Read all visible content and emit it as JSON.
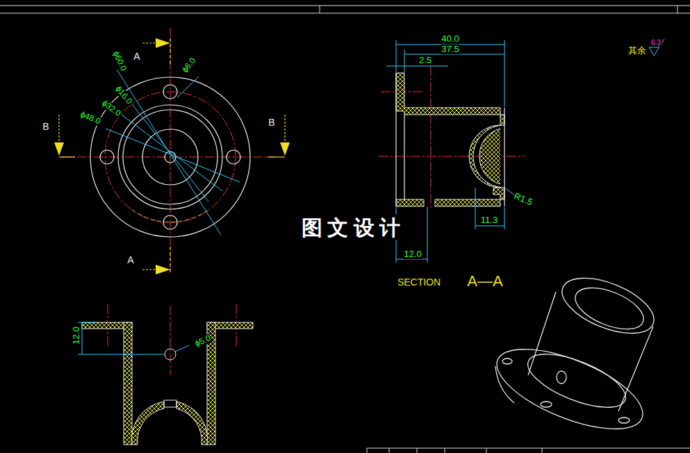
{
  "diagram": {
    "labels": [
      "A",
      "A",
      "B",
      "B",
      "ϕ60.0",
      "ϕ6.0",
      "ϕ16.0",
      "ϕ32.0",
      "ϕ48.0",
      "40.0",
      "37.5",
      "2.5",
      "R1.5",
      "11.3",
      "12.0",
      "SECTION",
      "A—A",
      "其余",
      "6.3",
      "12.0",
      "ϕ5.0",
      "图 文 设 计"
    ]
  }
}
